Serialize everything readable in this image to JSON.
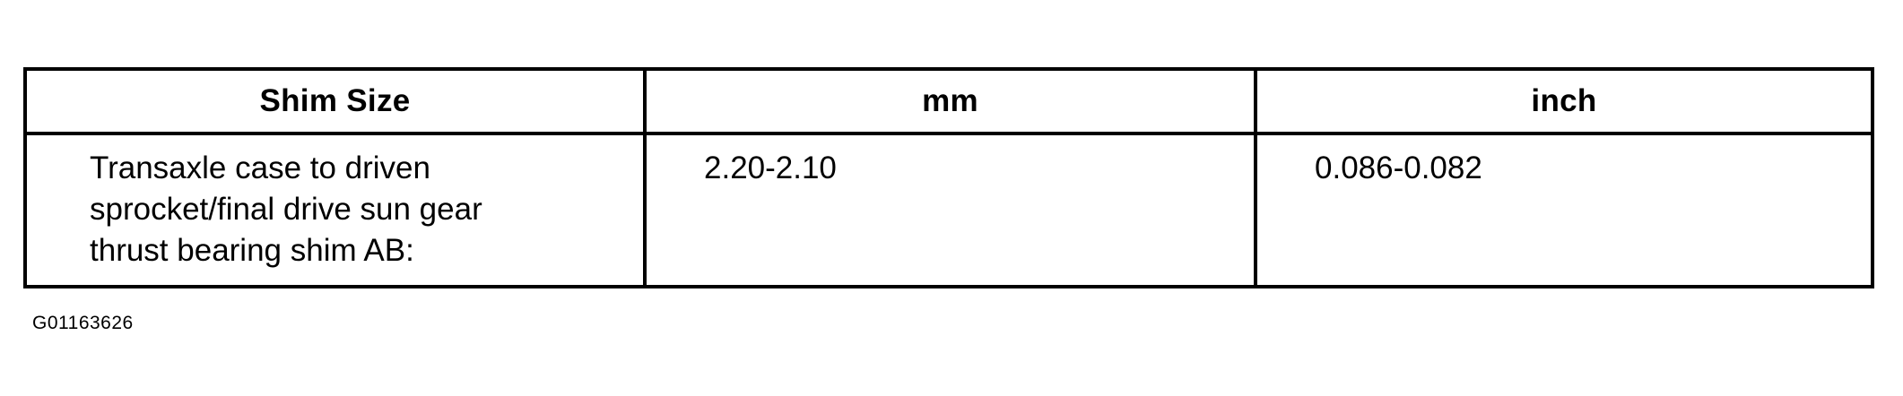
{
  "table": {
    "headers": [
      "Shim Size",
      "mm",
      "inch"
    ],
    "rows": [
      {
        "description_lines": [
          "Transaxle case to driven",
          "sprocket/final drive sun gear",
          "thrust bearing shim AB:"
        ],
        "mm": "2.20-2.10",
        "inch": "0.086-0.082"
      }
    ]
  },
  "figure_id": "G01163626"
}
